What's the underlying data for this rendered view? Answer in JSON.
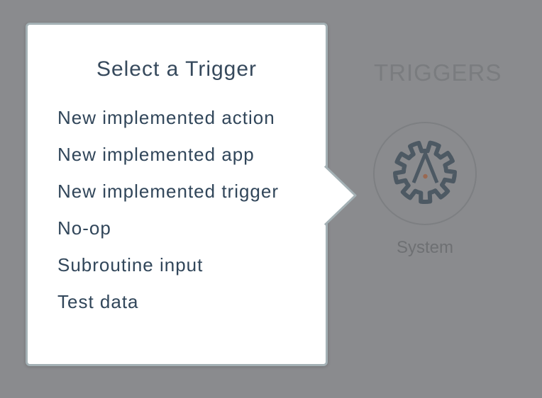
{
  "popover": {
    "title": "Select a Trigger",
    "items": [
      "New implemented action",
      "New implemented app",
      "New implemented trigger",
      "No-op",
      "Subroutine input",
      "Test data"
    ]
  },
  "canvas": {
    "section_heading": "TRIGGERS",
    "node": {
      "label": "System",
      "icon": "system-gear-lambda-icon"
    }
  },
  "colors": {
    "overlay_background": "#8a8b8e",
    "popover_border": "#a4b1b5",
    "popover_text": "#31465a",
    "heading_gray": "#7a7c7f",
    "node_circle_border": "#7d7f82",
    "gear_stroke": "#4d5963",
    "gear_dot": "#9a6952",
    "node_label_gray": "#6e7073"
  }
}
